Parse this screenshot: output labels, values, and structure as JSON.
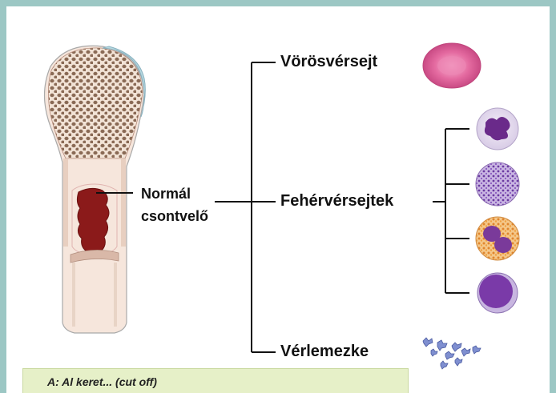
{
  "labels": {
    "bone_marrow_line1": "Normál",
    "bone_marrow_line2": "csontvelő",
    "red_cell": "Vörösvérsejt",
    "white_cells": "Fehérvérsejtek",
    "platelets": "Vérlemezke"
  },
  "caption": "A: Al keret... (cut off)",
  "colors": {
    "background_border": "#9cc7c4",
    "red_cell": "#e46aa0",
    "marrow": "#8b1a1a",
    "caption_bg": "#e6f0c8"
  },
  "icons": [
    "bone-icon",
    "red-blood-cell-icon",
    "neutrophil-icon",
    "eosinophil-icon",
    "basophil-icon",
    "lymphocyte-icon",
    "platelets-icon"
  ]
}
